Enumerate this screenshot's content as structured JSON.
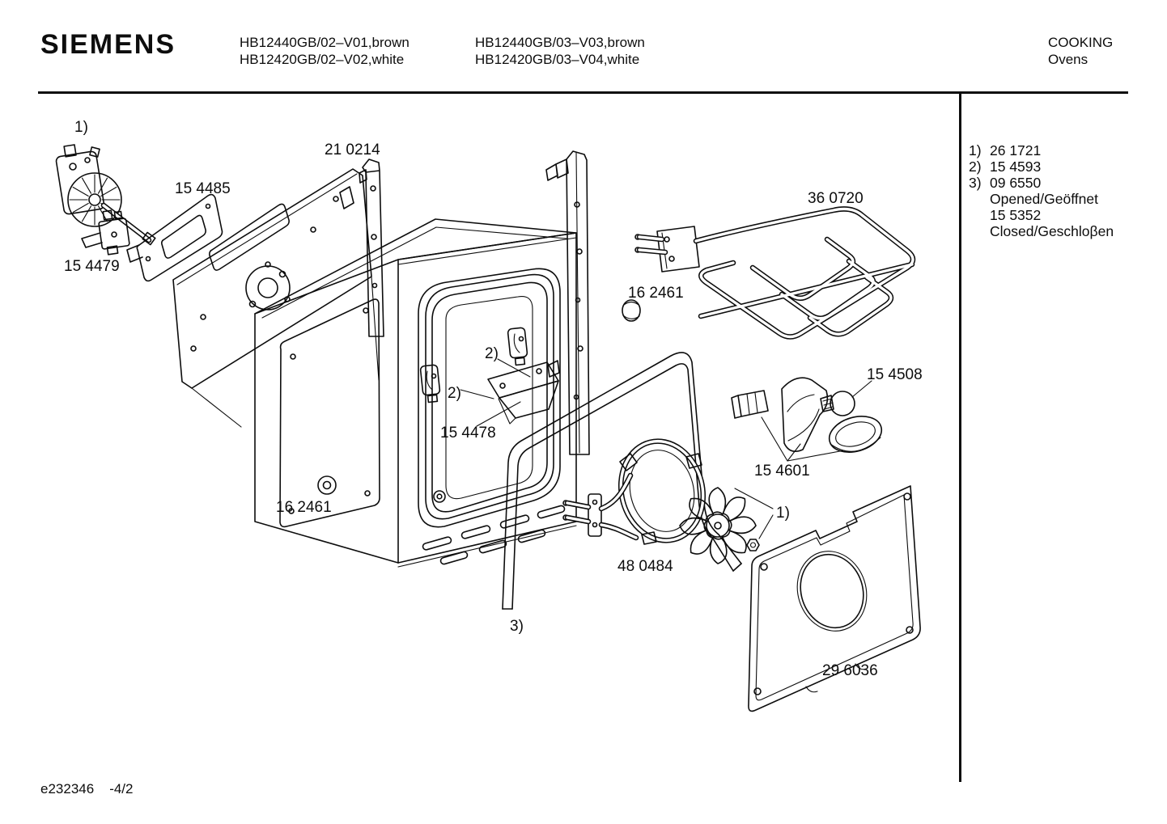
{
  "page": {
    "background": "#ffffff",
    "ink": "#0d0d0d"
  },
  "header": {
    "brand": "SIEMENS",
    "model_columns": [
      {
        "lines": [
          "HB12440GB/02–V01,brown",
          "HB12420GB/02–V02,white"
        ]
      },
      {
        "lines": [
          "HB12440GB/03–V03,brown",
          "HB12420GB/03–V04,white"
        ]
      }
    ],
    "category": "COOKING",
    "subcategory": "Ovens"
  },
  "legend": {
    "entries": [
      {
        "marker": "1)",
        "code": "26 1721"
      },
      {
        "marker": "2)",
        "code": "15 4593"
      },
      {
        "marker": "3)",
        "code": "09 6550"
      }
    ],
    "notes": [
      "Opened/Geöffnet",
      "15 5352",
      "Closed/Geschloβen"
    ]
  },
  "footer": {
    "document_id": "e232346",
    "page_ref": "-4/2"
  },
  "diagram": {
    "labels": [
      {
        "id": "callout-fan-motor",
        "text": "1)"
      },
      {
        "id": "part-back-panel",
        "text": "21 0214"
      },
      {
        "id": "part-control-bracket",
        "text": "15 4485"
      },
      {
        "id": "part-switch",
        "text": "15 4479"
      },
      {
        "id": "part-knob-upper",
        "text": "16 2461"
      },
      {
        "id": "callout-clip-a",
        "text": "2)"
      },
      {
        "id": "callout-clip-b",
        "text": "2)"
      },
      {
        "id": "part-hinge-bracket",
        "text": "15 4478"
      },
      {
        "id": "part-grill-element",
        "text": "36 0720"
      },
      {
        "id": "part-lamp-bulb",
        "text": "15 4508"
      },
      {
        "id": "part-lamp-assembly",
        "text": "15 4601"
      },
      {
        "id": "part-grommet-lower",
        "text": "16 2461"
      },
      {
        "id": "part-ring-element",
        "text": "48 0484"
      },
      {
        "id": "callout-impeller",
        "text": "1)"
      },
      {
        "id": "callout-gasket",
        "text": "3)"
      },
      {
        "id": "part-back-cover",
        "text": "29 6036"
      }
    ]
  }
}
